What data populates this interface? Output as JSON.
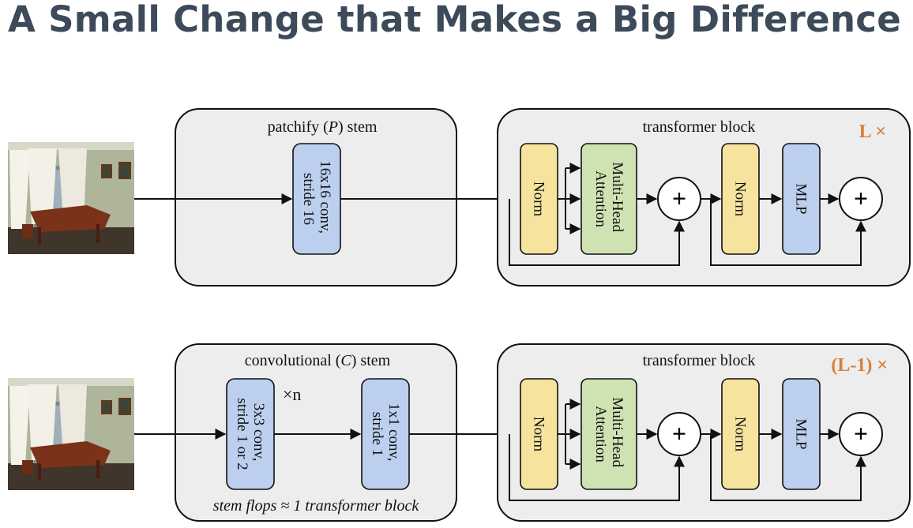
{
  "title": "A Small Change that Makes a Big Difference",
  "colors": {
    "title": "#3d4a5a",
    "panel_fill": "#ededed",
    "norm_fill": "#f6e39e",
    "attention_fill": "#cfe3b2",
    "conv_fill": "#bccfee",
    "repeat_label": "#d5803f"
  },
  "rows": [
    {
      "input_image_icon": "room-with-piano-image",
      "stem": {
        "title_prefix": "patchify (",
        "title_symbol": "P",
        "title_suffix": ") stem",
        "blocks": [
          {
            "line1": "16x16 conv,",
            "line2": "stride 16"
          }
        ]
      },
      "transformer": {
        "title": "transformer block",
        "repeat": "L ×",
        "norm1": "Norm",
        "attention_line1": "Multi-Head",
        "attention_line2": "Attention",
        "norm2": "Norm",
        "mlp": "MLP",
        "plus": "+"
      }
    },
    {
      "input_image_icon": "room-with-piano-image",
      "stem": {
        "title_prefix": "convolutional (",
        "title_symbol": "C",
        "title_suffix": ") stem",
        "blocks": [
          {
            "line1": "3x3 conv,",
            "line2": "stride 1 or 2"
          },
          {
            "line1": "1x1 conv,",
            "line2": "stride 1"
          }
        ],
        "multiplier": "×n",
        "note": "stem flops ≈ 1 transformer block"
      },
      "transformer": {
        "title": "transformer block",
        "repeat": "(L-1) ×",
        "norm1": "Norm",
        "attention_line1": "Multi-Head",
        "attention_line2": "Attention",
        "norm2": "Norm",
        "mlp": "MLP",
        "plus": "+"
      }
    }
  ]
}
